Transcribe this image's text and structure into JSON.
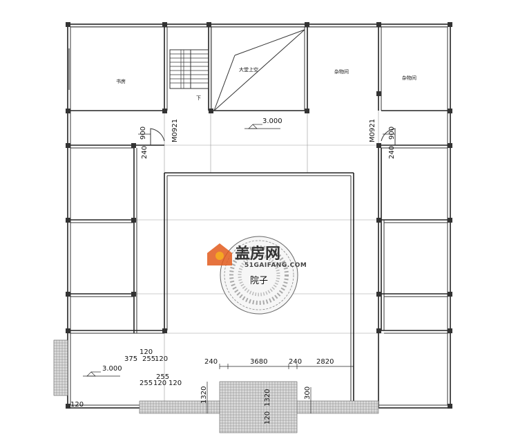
{
  "rooms": {
    "study": "书房",
    "bathroom": "大堂上空",
    "storage_1": "杂物间",
    "storage_2": "杂物间",
    "courtyard": "院子"
  },
  "elevations": {
    "upper": "3.000",
    "lower": "3.000"
  },
  "door_tags": {
    "left": "M0921",
    "right": "M0921"
  },
  "dimensions": {
    "left_door_width": "900",
    "right_door_width": "900",
    "left_wall_240": "240",
    "right_wall_240": "240",
    "bottom_chain": [
      "240",
      "3680",
      "240",
      "2820"
    ],
    "pillar_375": "375",
    "pillar_120a": "120",
    "pillar_255a": "255",
    "pillar_120b": "120",
    "pillar_255b": "255",
    "pillar_255c": "255",
    "pillar_120c": "120",
    "pillar_120d": "120",
    "corner_120": "120",
    "step_1320": "1320",
    "step_1320b": "1320",
    "step_300": "300",
    "step_120": "120"
  },
  "stair_label": "下",
  "watermark": {
    "cn": "盖房网",
    "en": "51GAIFANG.COM"
  }
}
